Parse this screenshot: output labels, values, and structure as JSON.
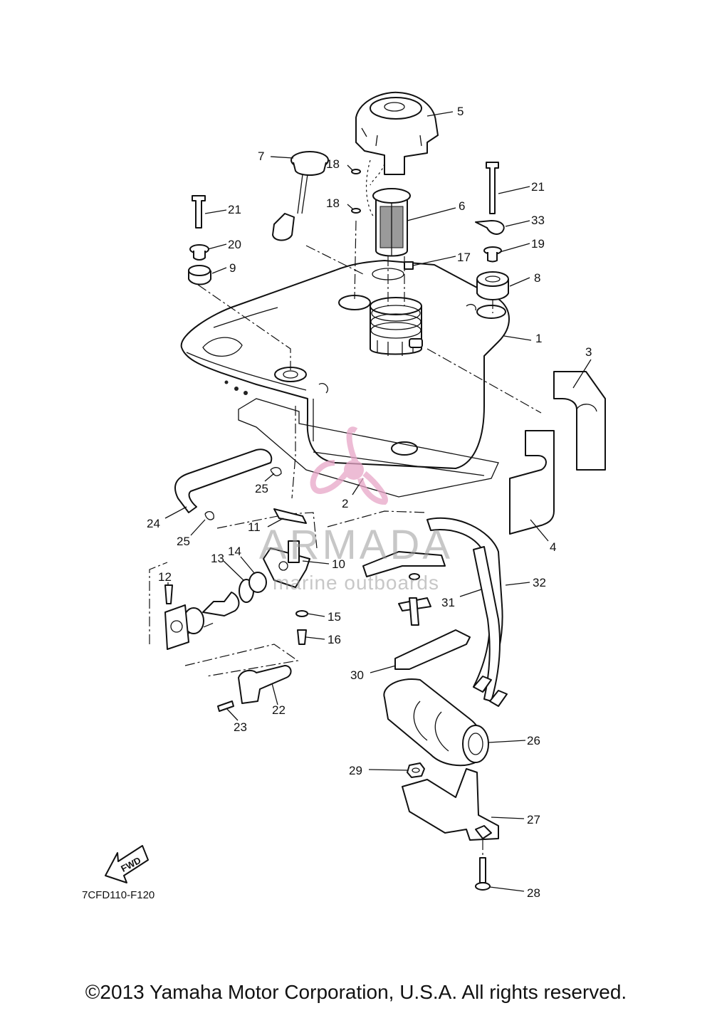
{
  "diagram": {
    "code": "7CFD110-F120",
    "fwd_label": "FWD",
    "callouts": [
      "1",
      "2",
      "3",
      "4",
      "5",
      "6",
      "7",
      "8",
      "9",
      "10",
      "11",
      "12",
      "13",
      "14",
      "15",
      "16",
      "17",
      "18",
      "18",
      "19",
      "20",
      "21",
      "21",
      "22",
      "23",
      "24",
      "25",
      "25",
      "26",
      "27",
      "28",
      "29",
      "30",
      "31",
      "32",
      "33"
    ]
  },
  "watermark": {
    "brand": "ARMADA",
    "tagline": "marine outboards",
    "accent_color": "#e8a6c8"
  },
  "footer": {
    "copyright": "©2013 Yamaha Motor Corporation, U.S.A. All rights reserved."
  }
}
